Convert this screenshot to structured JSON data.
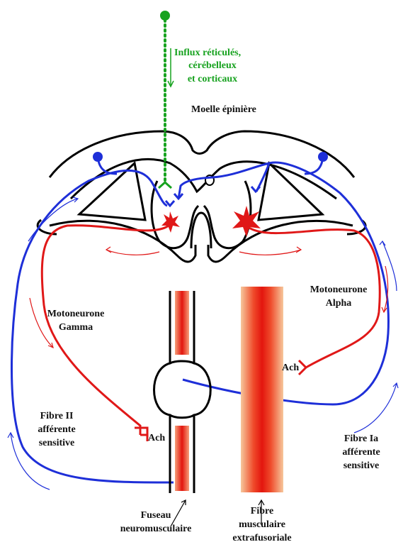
{
  "labels": {
    "influx_line1": "Influx réticulés,",
    "influx_line2": "cérébelleux",
    "influx_line3": "et corticaux",
    "moelle": "Moelle épinière",
    "gamma_line1": "Motoneurone",
    "gamma_line2": "Gamma",
    "alpha_line1": "Motoneurone",
    "alpha_line2": "Alpha",
    "ach_left": "Ach",
    "ach_right": "Ach",
    "fibre2_line1": "Fibre II",
    "fibre2_line2": "afférente",
    "fibre2_line3": "sensitive",
    "fibre1a_line1": "Fibre Ia",
    "fibre1a_line2": "afférente",
    "fibre1a_line3": "sensitive",
    "fuseau_line1": "Fuseau",
    "fuseau_line2": "neuromusculaire",
    "extra_line1": "Fibre",
    "extra_line2": "musculaire",
    "extra_line3": "extrafusoriale"
  },
  "colors": {
    "gamma_red": "#e01818",
    "afferent_blue": "#1e2fd8",
    "descending_green": "#17a21f",
    "outline_black": "#000000"
  }
}
